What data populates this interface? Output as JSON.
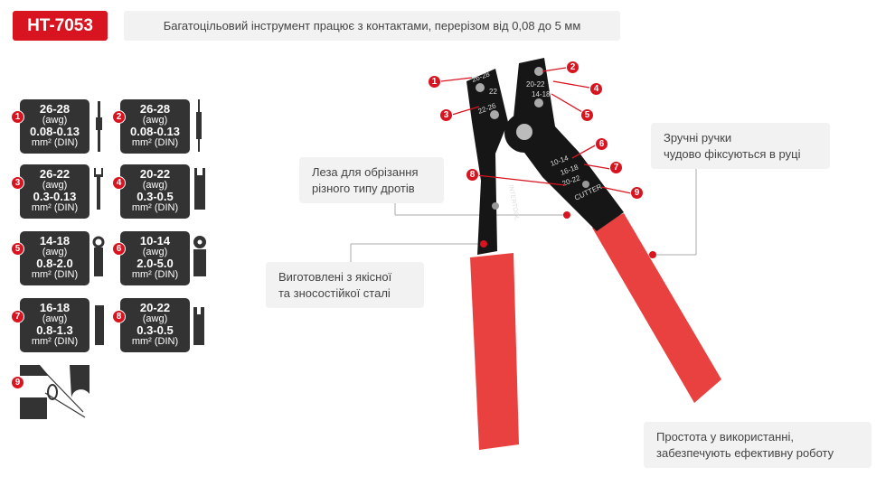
{
  "header": {
    "model": "HT-7053",
    "description": "Багатоцільовий інструмент працює з контактами, перерізом від 0,08 до 5 мм"
  },
  "accent": "#d7141f",
  "cards": [
    {
      "n": "1",
      "awg": "26-28",
      "awg_unit": "(awg)",
      "mm": "0.08-0.13",
      "mm_unit": "mm² (DIN)"
    },
    {
      "n": "2",
      "awg": "26-28",
      "awg_unit": "(awg)",
      "mm": "0.08-0.13",
      "mm_unit": "mm² (DIN)"
    },
    {
      "n": "3",
      "awg": "26-22",
      "awg_unit": "(awg)",
      "mm": "0.3-0.13",
      "mm_unit": "mm² (DIN)"
    },
    {
      "n": "4",
      "awg": "20-22",
      "awg_unit": "(awg)",
      "mm": "0.3-0.5",
      "mm_unit": "mm² (DIN)"
    },
    {
      "n": "5",
      "awg": "14-18",
      "awg_unit": "(awg)",
      "mm": "0.8-2.0",
      "mm_unit": "mm² (DIN)"
    },
    {
      "n": "6",
      "awg": "10-14",
      "awg_unit": "(awg)",
      "mm": "2.0-5.0",
      "mm_unit": "mm² (DIN)"
    },
    {
      "n": "7",
      "awg": "16-18",
      "awg_unit": "(awg)",
      "mm": "0.8-1.3",
      "mm_unit": "mm² (DIN)"
    },
    {
      "n": "8",
      "awg": "20-22",
      "awg_unit": "(awg)",
      "mm": "0.3-0.5",
      "mm_unit": "mm² (DIN)"
    }
  ],
  "cutter_num": "9",
  "tool_labels": {
    "l1": "26-28",
    "l2": "22",
    "l3": "22-26",
    "l4": "20-22",
    "l5": "14-18",
    "l6": "10-14",
    "l7": "16-18",
    "l8": "20-22",
    "l9": "CUTTER",
    "brand": "INTERTOOL",
    "n1": "1",
    "n2": "2",
    "n3": "3",
    "n4": "4",
    "n5": "5",
    "n6": "6",
    "n7": "7",
    "n8": "8",
    "n9": "9"
  },
  "callouts": {
    "blades": [
      "Леза для обрізання",
      "різного типу дротів"
    ],
    "handles": [
      "Зручні ручки",
      "чудово фіксуються в руці"
    ],
    "steel": [
      "Виготовлені з якісної",
      "та зносостійкої сталі"
    ],
    "ease": [
      "Простота у використанні,",
      "забезпечують ефективну роботу"
    ]
  }
}
